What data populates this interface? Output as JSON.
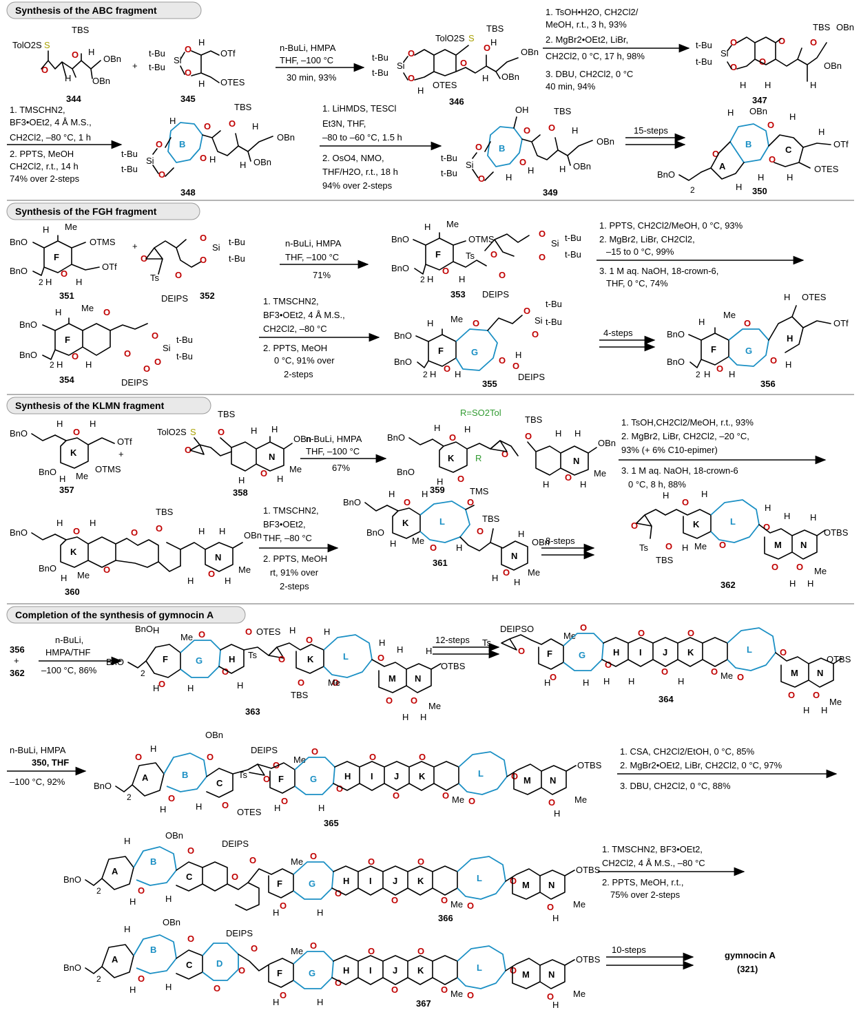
{
  "sections": {
    "abc": "Synthesis of the ABC fragment",
    "fgh": "Synthesis of the FGH fragment",
    "klmn": "Synthesis of the KLMN fragment",
    "completion": "Completion of the synthesis of gymnocin A"
  },
  "compounds": {
    "c344": "344",
    "c345": "345",
    "c346": "346",
    "c347": "347",
    "c348": "348",
    "c349": "349",
    "c350": "350",
    "c351": "351",
    "c352": "352",
    "c353": "353",
    "c354": "354",
    "c355": "355",
    "c356": "356",
    "c357": "357",
    "c358": "358",
    "c359": "359",
    "c360": "360",
    "c361": "361",
    "c362": "362",
    "c363": "363",
    "c364": "364",
    "c365": "365",
    "c366": "366",
    "c367": "367",
    "target_name": "gymnocin A",
    "target_num": "(321)"
  },
  "conditions": {
    "r1a": "n-BuLi, HMPA",
    "r1b": "THF, –100 °C",
    "r1c": "30 min, 93%",
    "r2a": "1. TsOH•H2O, CH2Cl2/",
    "r2b": "MeOH, r.t., 3 h, 93%",
    "r2c": "2. MgBr2•OEt2, LiBr,",
    "r2d": "CH2Cl2, 0 °C, 17 h, 98%",
    "r2e": "3. DBU, CH2Cl2, 0 °C",
    "r2f": "40 min, 94%",
    "r3a": "1. TMSCHN2,",
    "r3b": "BF3•OEt2, 4 Å M.S.,",
    "r3c": "CH2Cl2, –80 °C, 1 h",
    "r3d": "2. PPTS, MeOH",
    "r3e": "CH2Cl2, r.t., 14 h",
    "r3f": "74% over 2-steps",
    "r4a": "1. LiHMDS, TESCl",
    "r4b": "Et3N, THF,",
    "r4c": "–80 to –60 °C, 1.5 h",
    "r4d": "2. OsO4, NMO,",
    "r4e": "THF/H2O, r.t., 18 h",
    "r4f": "94% over 2-steps",
    "r5": "15-steps",
    "r6a": "n-BuLi, HMPA",
    "r6b": "THF, –100 °C",
    "r6c": "71%",
    "r7a": "1. PPTS, CH2Cl2/MeOH, 0 °C, 93%",
    "r7b": "2. MgBr2, LiBr, CH2Cl2,",
    "r7c": "–15 to 0 °C, 99%",
    "r7d": "3. 1 M aq. NaOH, 18-crown-6,",
    "r7e": "THF, 0 °C, 74%",
    "r8a": "1. TMSCHN2,",
    "r8b": "BF3•OEt2, 4 Å M.S.,",
    "r8c": "CH2Cl2, –80 °C",
    "r8d": "2. PPTS, MeOH",
    "r8e": "0 °C, 91% over",
    "r8f": "2-steps",
    "r9": "4-steps",
    "r10a": "n-BuLi, HMPA",
    "r10b": "THF, –100 °C",
    "r10c": "67%",
    "r11a": "1. TsOH,CH2Cl2/MeOH, r.t., 93%",
    "r11b": "2. MgBr2, LiBr, CH2Cl2, –20 °C,",
    "r11c": "93% (+ 6% C10-epimer)",
    "r11d": "3. 1 M aq. NaOH, 18-crown-6",
    "r11e": "0 °C, 8 h, 88%",
    "r12a": "1. TMSCHN2,",
    "r12b": "BF3•OEt2,",
    "r12c": "THF, –80 °C",
    "r12d": "2. PPTS, MeOH",
    "r12e": "rt, 91% over",
    "r12f": "2-steps",
    "r13": "8-steps",
    "r14a": "n-BuLi,",
    "r14b": "HMPA/THF",
    "r14c": "–100 °C, 86%",
    "r15": "12-steps",
    "r16a": "n-BuLi, HMPA",
    "r16b": "350, THF",
    "r16c": "–100 °C, 92%",
    "r17a": "1. CSA, CH2Cl2/EtOH, 0 °C, 85%",
    "r17b": "2. MgBr2•OEt2, LiBr, CH2Cl2, 0 °C, 97%",
    "r17c": "3. DBU, CH2Cl2, 0 °C, 88%",
    "r18a": "1. TMSCHN2, BF3•OEt2,",
    "r18b": "CH2Cl2, 4 Å M.S., –80 °C",
    "r18c": "2. PPTS, MeOH, r.t.,",
    "r18d": "75% over 2-steps",
    "r19": "10-steps",
    "plus": "+"
  },
  "labels": {
    "TBS": "TBS",
    "OBn": "OBn",
    "BnO": "BnO",
    "OTf": "OTf",
    "OTES": "OTES",
    "OTMS": "OTMS",
    "TolO2S": "TolO2S",
    "Ts": "Ts",
    "DEIPS": "DEIPS",
    "Me": "Me",
    "H": "H",
    "O": "O",
    "OH": "OH",
    "tBu": "t-Bu",
    "Si": "Si",
    "TMS": "TMS",
    "RSO2Tol": "R=SO2Tol",
    "R": "R",
    "OTBS": "OTBS",
    "DEIPSO": "DEIPSO",
    "sub2": "2"
  },
  "rings": {
    "A": "A",
    "B": "B",
    "C": "C",
    "D": "D",
    "F": "F",
    "G": "G",
    "H": "H",
    "I": "I",
    "J": "J",
    "K": "K",
    "L": "L",
    "M": "M",
    "N": "N"
  },
  "colors": {
    "seven_ring": "#1a8fc4",
    "oxygen": "#c00000",
    "sulfur": "#a8a000",
    "R_group": "#2f9a2f"
  }
}
